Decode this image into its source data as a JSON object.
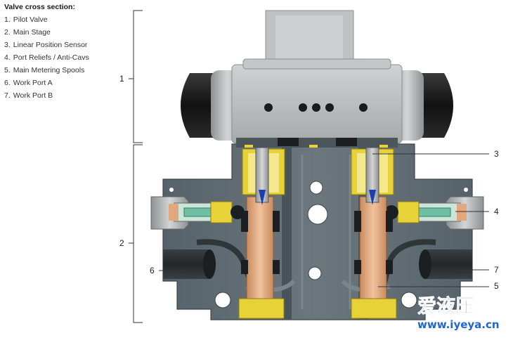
{
  "legend": {
    "title": "Valve cross section:",
    "items": [
      {
        "num": "1.",
        "label": "Pilot Valve"
      },
      {
        "num": "2.",
        "label": "Main Stage"
      },
      {
        "num": "3.",
        "label": "Linear Position Sensor"
      },
      {
        "num": "4.",
        "label": "Port Reliefs / Anti-Cavs"
      },
      {
        "num": "5.",
        "label": "Main Metering Spools"
      },
      {
        "num": "6.",
        "label": "Work Port A"
      },
      {
        "num": "7.",
        "label": "Work Port B"
      }
    ]
  },
  "callouts": {
    "c1": "1",
    "c2": "2",
    "c3": "3",
    "c4": "4",
    "c5": "5",
    "c6": "6",
    "c7": "7"
  },
  "watermark": {
    "chinese": "爱液压",
    "url": "www.iyeya.cn"
  },
  "colors": {
    "body_gray": "#5f6a70",
    "pilot_silver": "#b9bcbd",
    "coil_black": "#1b1b1b",
    "spool_orange": "#e2a77c",
    "relief_green": "#6fbfa5",
    "spring_yellow": "#e7d23a",
    "watermark_blue": "#1f64d6"
  }
}
